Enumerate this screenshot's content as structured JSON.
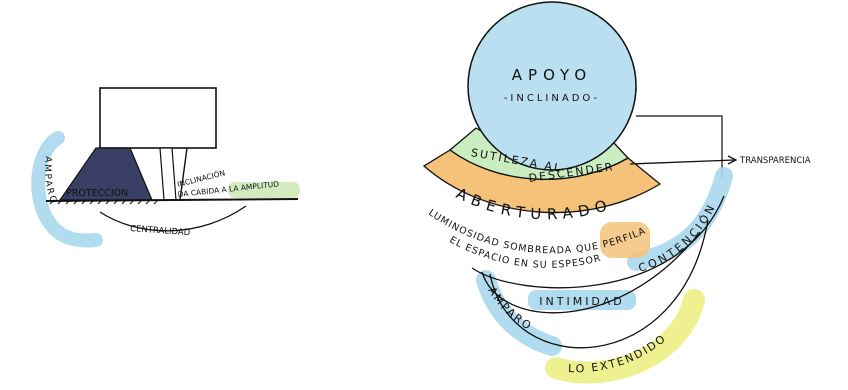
{
  "left_sketch": {
    "label_amparo": "AMPARO",
    "label_proteccion": "PROTECCIÓN",
    "label_inclinacion_1": "INCLINACIÓN",
    "label_inclinacion_2": "DA CABIDA A LA AMPLITUD",
    "label_centralidad": "CENTRALIDAD",
    "colors": {
      "blue_wash": "#a9d7ec",
      "dark_fill": "#3a3f66",
      "green_wash": "#cfe9b9"
    }
  },
  "right_diagram": {
    "circle_title": "APOYO",
    "circle_subtitle": "-INCLINADO-",
    "band_green": [
      "SUTILEZA AL",
      "DESCENDER"
    ],
    "band_orange": "ABERTURADO",
    "arrow_label": "TRANSPARENCIA",
    "luminosity_line_1": "LUMINOSIDAD SOMBREADA QUE PERFILA",
    "luminosity_line_2": "EL ESPACIO EN SU ESPESOR",
    "arc_contencion": "CONTENCIÓN",
    "arc_intimidad": "INTIMIDAD",
    "arc_amparo": "AMPARO",
    "arc_extendido": "LO EXTENDIDO",
    "colors": {
      "circle": "#b9dff0",
      "green_band": "#c9ecc0",
      "orange_band": "#f5c27a",
      "blue_wash": "#a9d7ec",
      "yellow_wash": "#eef08a",
      "orange_wash": "#f5c27a"
    }
  }
}
